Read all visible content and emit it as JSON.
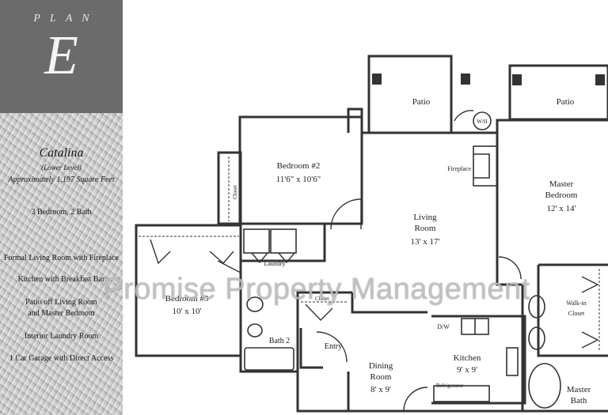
{
  "plan": {
    "label": "PLAN",
    "letter": "E"
  },
  "unit": {
    "name": "Catalina",
    "level": "(Lower Level)",
    "square_feet": "Approximately 1,197 Square Feet"
  },
  "features": [
    "3 Bedroom, 2 Bath",
    "Formal Living Room with Fireplace",
    "Kitchen with Breakfast Bar",
    "Patio off Living Room",
    "and Master Bedroom",
    "Interior Laundry Room",
    "1 Car Garage with Direct Access"
  ],
  "rooms": {
    "patio_left": {
      "name": "Patio"
    },
    "patio_right": {
      "name": "Patio"
    },
    "bedroom2": {
      "name": "Bedroom #2",
      "size": "11'6\" x 10'6\""
    },
    "closet": {
      "name": "Closet"
    },
    "wh": {
      "name": "W/H"
    },
    "fireplace": {
      "name": "Fireplace"
    },
    "master_bedroom": {
      "line1": "Master",
      "line2": "Bedroom",
      "size": "12' x 14'"
    },
    "living_room": {
      "line1": "Living",
      "line2": "Room",
      "size": "13' x 17'"
    },
    "laundry": {
      "name": "Laundry"
    },
    "bedroom3": {
      "name": "Bedroom #3",
      "size": "10' x 10'"
    },
    "closet_entry": {
      "name": "Closet"
    },
    "bath2": {
      "name": "Bath 2"
    },
    "entry": {
      "name": "Entry"
    },
    "dw": {
      "name": "D/W"
    },
    "kitchen": {
      "name": "Kitchen",
      "size": "9' x 9'"
    },
    "dining_room": {
      "line1": "Dining",
      "line2": "Room",
      "size": "8' x 9'"
    },
    "refrigerator": {
      "name": "Refrigerator"
    },
    "walkin_closet": {
      "line1": "Walk-in",
      "line2": "Closet"
    },
    "master_bath": {
      "line1": "Master",
      "line2": "Bath"
    }
  },
  "watermark": "Promise Property Management"
}
